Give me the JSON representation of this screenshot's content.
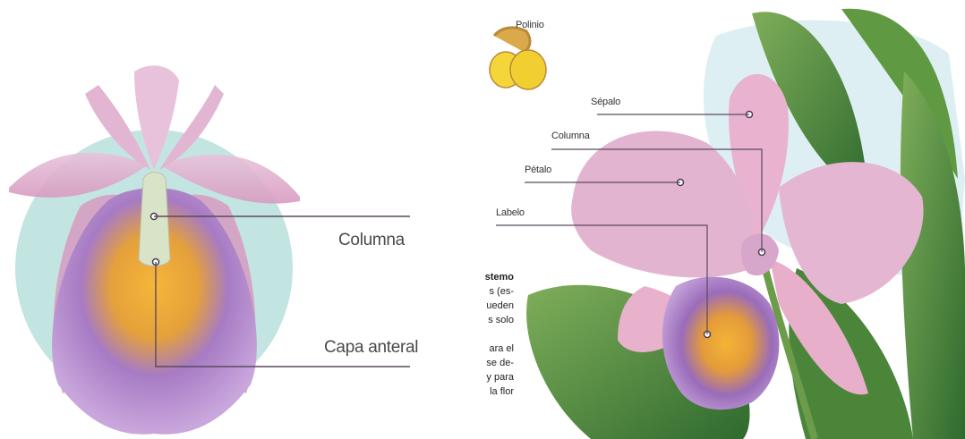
{
  "left_diagram": {
    "labels": {
      "columna": "Columna",
      "capa_anteral": "Capa anteral"
    }
  },
  "right_diagram": {
    "labels": {
      "polinio": "Polinio",
      "sepalo": "Sépalo",
      "columna": "Columna",
      "petalo": "Pétalo",
      "labelo": "Labelo"
    },
    "text_fragments": [
      "stemo",
      "s (es-",
      "ueden",
      "s solo",
      "",
      "ara el",
      "se de-",
      "y para",
      "la flor"
    ]
  },
  "colors": {
    "petal_pink": "#e8b9d3",
    "lip_purple": "#9b6fb8",
    "throat_yellow": "#f2b23a",
    "leaf_green": "#4f8a3a",
    "teal_circle": "#bfe3e0",
    "leader_line": "#5a4a5e"
  }
}
